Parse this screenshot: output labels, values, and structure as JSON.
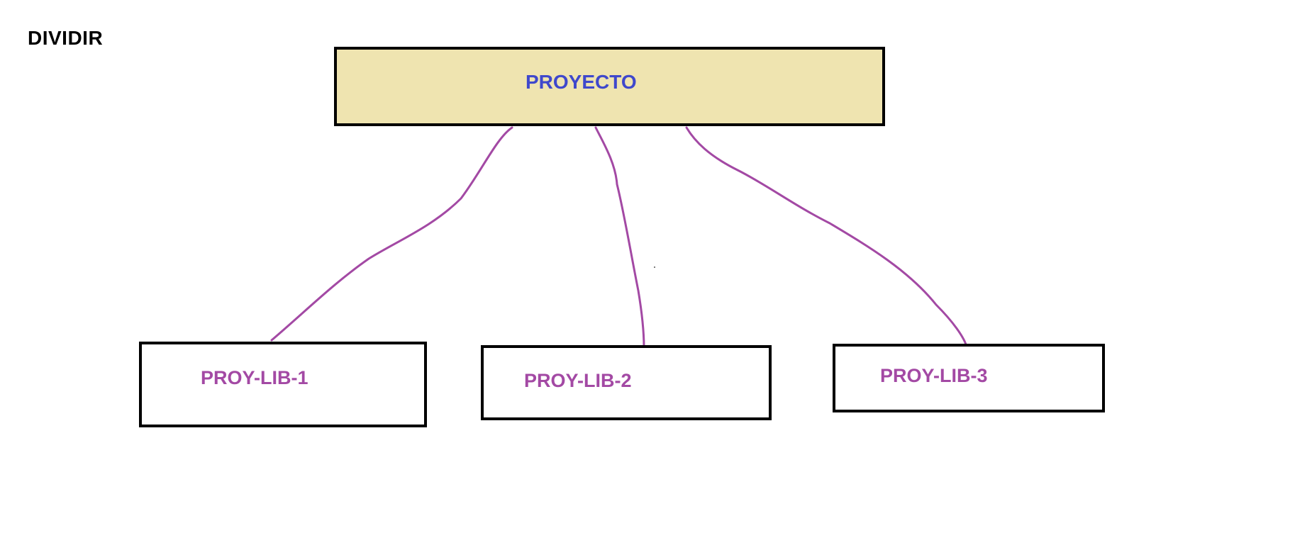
{
  "title": "DIVIDIR",
  "root": {
    "label": "PROYECTO",
    "fill": "#efe4b0",
    "text_color": "#3f48cc"
  },
  "children": [
    {
      "label": "PROY-LIB-1"
    },
    {
      "label": "PROY-LIB-2"
    },
    {
      "label": "PROY-LIB-3"
    }
  ],
  "child_text_color": "#a349a4",
  "connector_color": "#a349a4",
  "border_color": "#000000"
}
